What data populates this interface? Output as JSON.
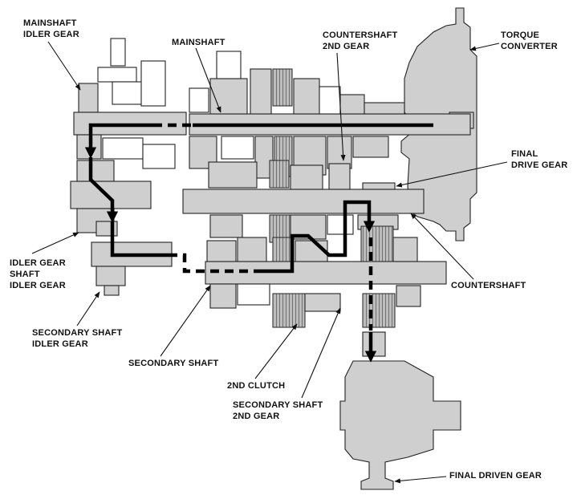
{
  "labels": {
    "mainshaft_idler_gear": [
      "MAINSHAFT",
      "IDLER GEAR"
    ],
    "mainshaft": "MAINSHAFT",
    "countershaft_2nd_gear": [
      "COUNTERSHAFT",
      "2ND GEAR"
    ],
    "torque_converter": [
      "TORQUE",
      "CONVERTER"
    ],
    "final_drive_gear": [
      "FINAL",
      "DRIVE GEAR"
    ],
    "countershaft": "COUNTERSHAFT",
    "idler_gear_shaft_idler_gear": [
      "IDLER GEAR",
      "SHAFT",
      "IDLER GEAR"
    ],
    "secondary_shaft_idler_gear": [
      "SECONDARY SHAFT",
      "IDLER GEAR"
    ],
    "secondary_shaft": "SECONDARY SHAFT",
    "second_clutch": "2ND CLUTCH",
    "secondary_shaft_2nd_gear": [
      "SECONDARY SHAFT",
      "2ND GEAR"
    ],
    "final_driven_gear": "FINAL DRIVEN GEAR"
  },
  "colors": {
    "part_fill": "#cfcfcf",
    "outline": "#222222",
    "flow_line": "#000000",
    "background": "#ffffff"
  }
}
